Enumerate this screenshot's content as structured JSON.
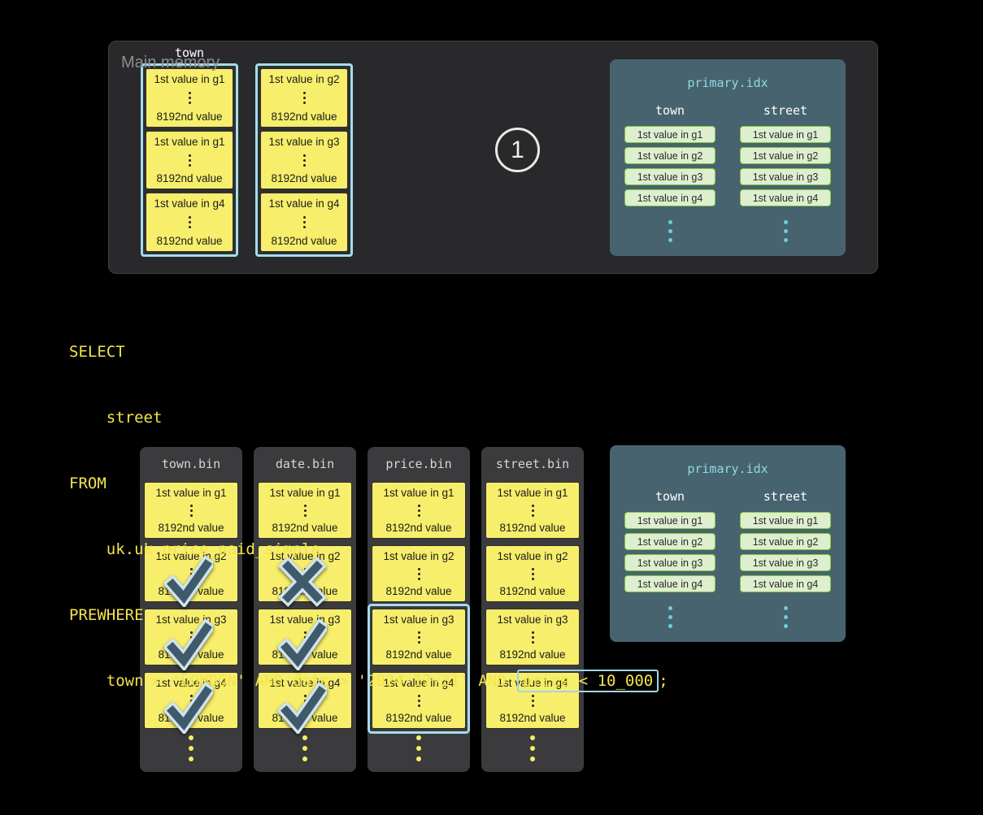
{
  "main_memory": {
    "label": "Main memory",
    "column_label": "town",
    "step_number": "1",
    "stacks": [
      {
        "granules": [
          {
            "top": "1st value in g1",
            "bottom": "8192nd value"
          },
          {
            "top": "1st value in g1",
            "bottom": "8192nd value"
          },
          {
            "top": "1st value in g4",
            "bottom": "8192nd value"
          }
        ]
      },
      {
        "granules": [
          {
            "top": "1st value in g2",
            "bottom": "8192nd value"
          },
          {
            "top": "1st value in g3",
            "bottom": "8192nd value"
          },
          {
            "top": "1st value in g4",
            "bottom": "8192nd value"
          }
        ]
      }
    ]
  },
  "primary_idx": {
    "title": "primary.idx",
    "columns": [
      {
        "header": "town",
        "entries": [
          "1st value in g1",
          "1st value in g2",
          "1st value in g3",
          "1st value in g4"
        ]
      },
      {
        "header": "street",
        "entries": [
          "1st value in g1",
          "1st value in g2",
          "1st value in g3",
          "1st value in g4"
        ]
      }
    ]
  },
  "sql": {
    "line1": "SELECT",
    "line2": "    street",
    "line3": "FROM",
    "line4": "    uk.uk_price_paid_simple",
    "line5": "PREWHERE",
    "line6_prefix": "    town = 'LONDON' AND date > '2024-12-31' AND ",
    "line6_boxed": "price < 10_000",
    "line6_suffix": ";"
  },
  "bins": [
    {
      "title": "town.bin",
      "granules": [
        {
          "top": "1st value in g1",
          "bottom": "8192nd value",
          "mark": "none"
        },
        {
          "top": "1st value in g2",
          "bottom": "8192nd value",
          "mark": "check"
        },
        {
          "top": "1st value in g3",
          "bottom": "8192nd value",
          "mark": "check"
        },
        {
          "top": "1st value in g4",
          "bottom": "8192nd value",
          "mark": "check"
        }
      ]
    },
    {
      "title": "date.bin",
      "granules": [
        {
          "top": "1st value in g1",
          "bottom": "8192nd value",
          "mark": "none"
        },
        {
          "top": "1st value in g2",
          "bottom": "8192nd value",
          "mark": "x"
        },
        {
          "top": "1st value in g3",
          "bottom": "8192nd value",
          "mark": "check"
        },
        {
          "top": "1st value in g4",
          "bottom": "8192nd value",
          "mark": "check"
        }
      ]
    },
    {
      "title": "price.bin",
      "highlighted_granules": [
        "g3",
        "g4"
      ],
      "granules": [
        {
          "top": "1st value in g1",
          "bottom": "8192nd value",
          "mark": "none"
        },
        {
          "top": "1st value in g2",
          "bottom": "8192nd value",
          "mark": "none"
        },
        {
          "top": "1st value in g3",
          "bottom": "8192nd value",
          "mark": "none"
        },
        {
          "top": "1st value in g4",
          "bottom": "8192nd value",
          "mark": "none"
        }
      ]
    },
    {
      "title": "street.bin",
      "granules": [
        {
          "top": "1st value in g1",
          "bottom": "8192nd value",
          "mark": "none"
        },
        {
          "top": "1st value in g2",
          "bottom": "8192nd value",
          "mark": "none"
        },
        {
          "top": "1st value in g3",
          "bottom": "8192nd value",
          "mark": "none"
        },
        {
          "top": "1st value in g4",
          "bottom": "8192nd value",
          "mark": "none"
        }
      ]
    }
  ],
  "colors": {
    "background": "#000000",
    "memory_panel_bg": "#29292b",
    "granule_yellow": "#f7ee6b",
    "cyan_accent": "#a5dceb",
    "index_panel_bg": "#47636f",
    "index_title": "#90d9e5",
    "pill_bg": "#ddefcf",
    "pill_border": "#84c43e",
    "sql_yellow": "#f3e44c",
    "mark_fill": "#3f5a6a",
    "mark_outline": "#cfe3ee"
  }
}
